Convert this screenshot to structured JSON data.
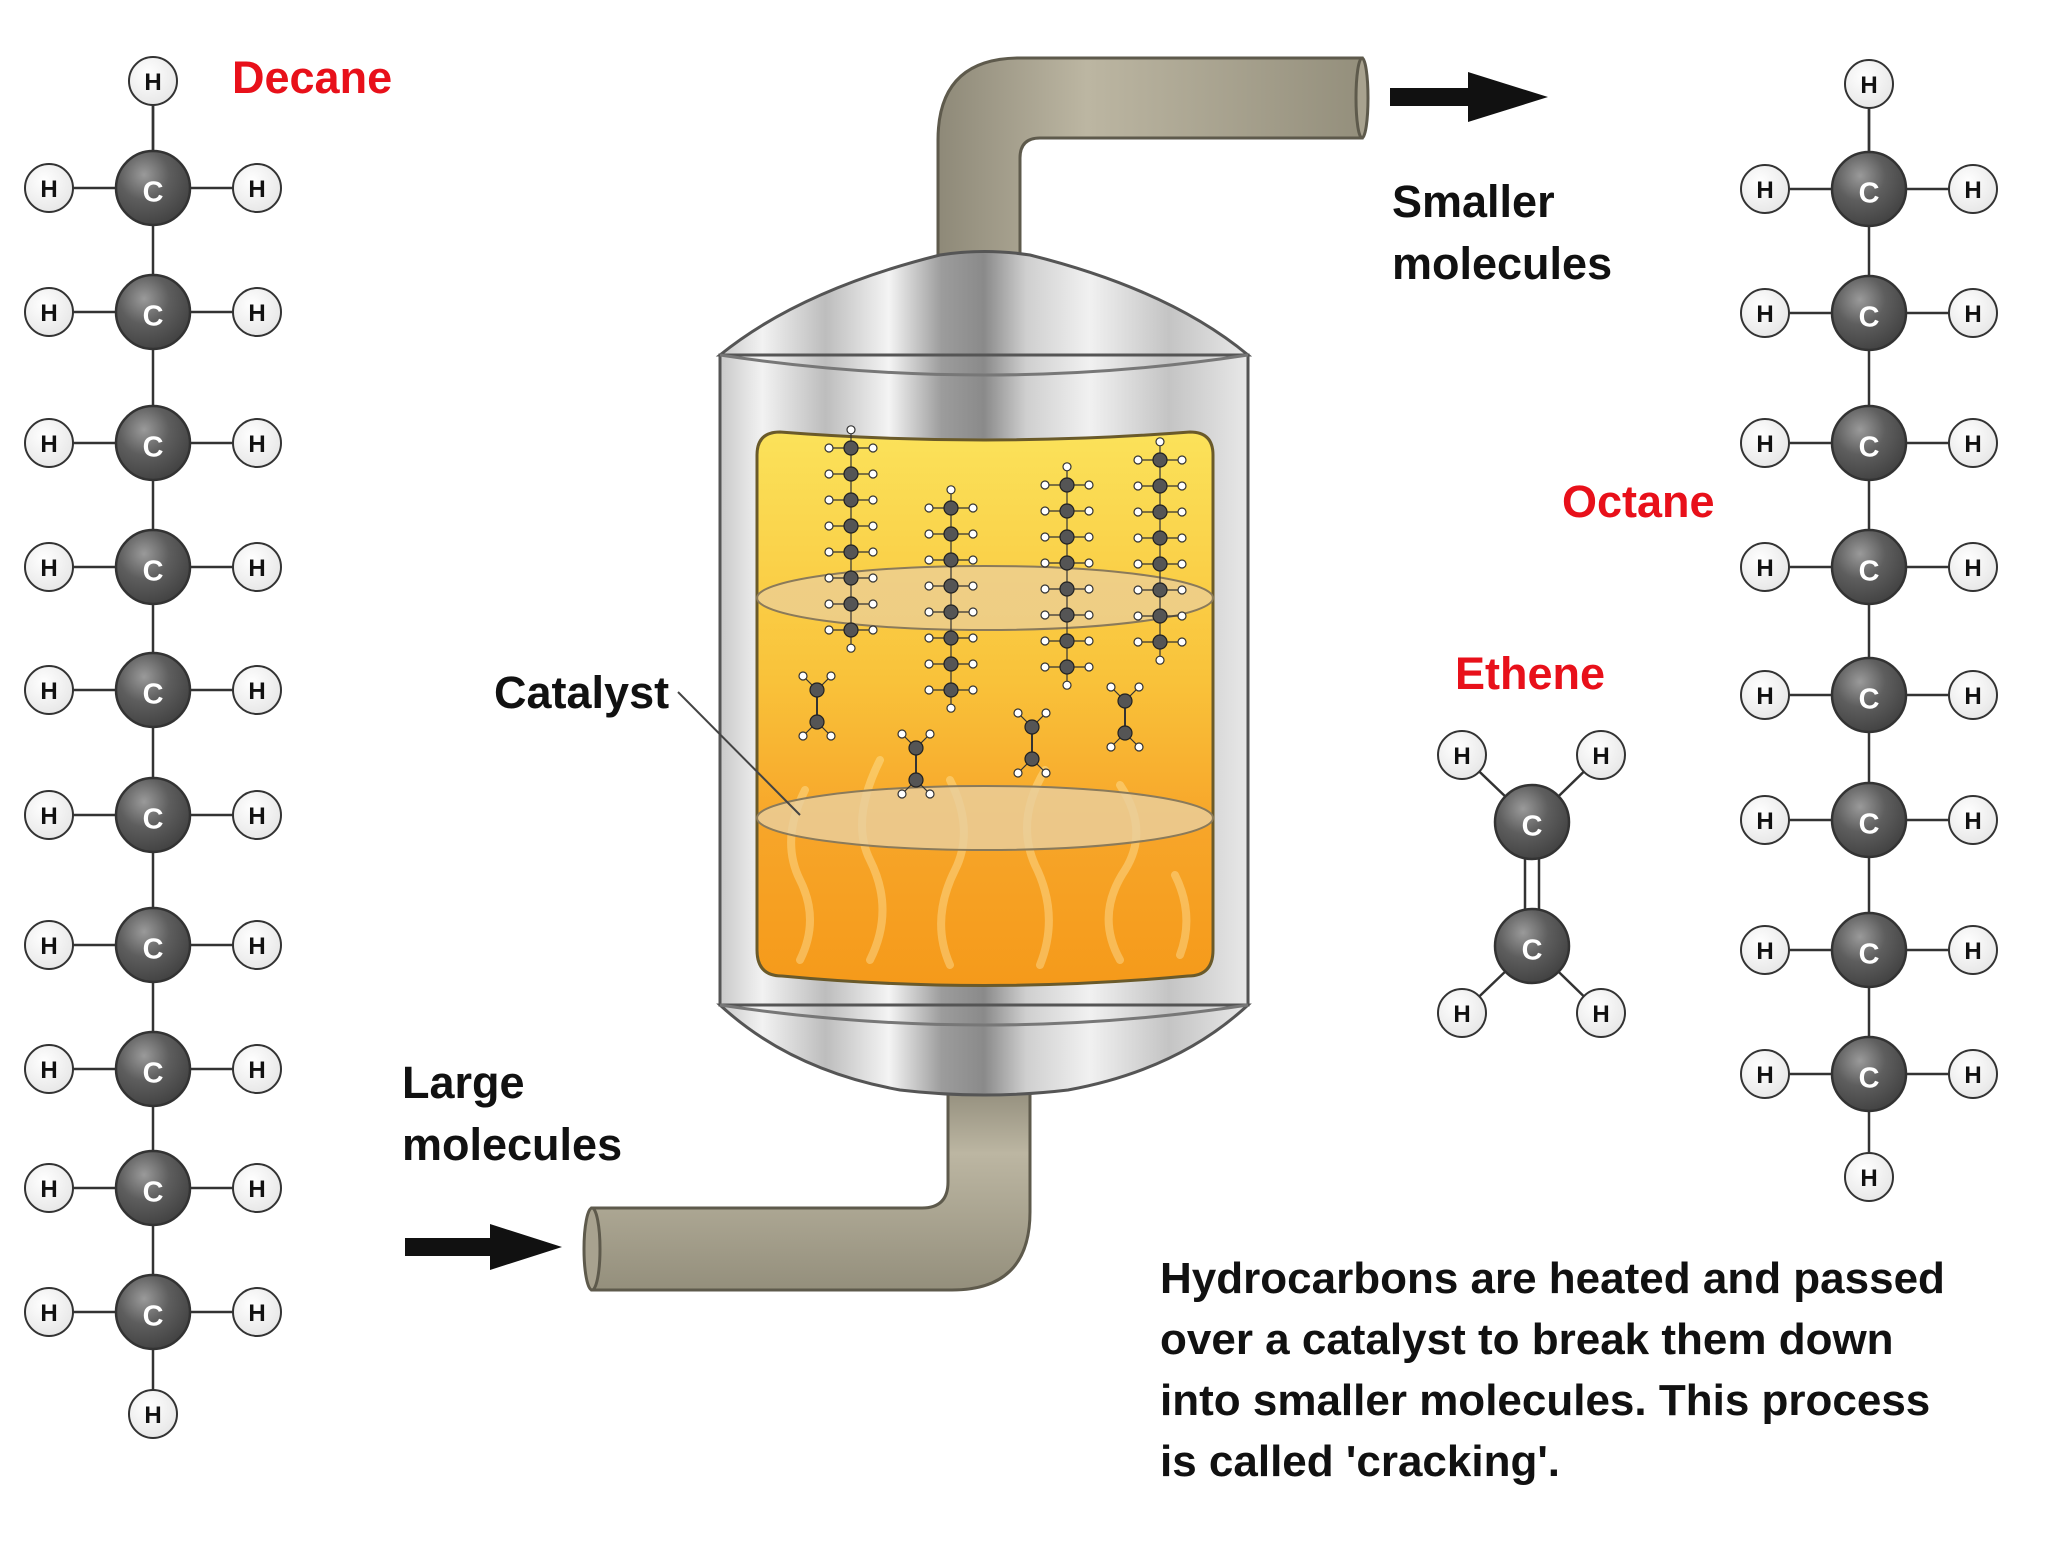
{
  "labels": {
    "decane": "Decane",
    "octane": "Octane",
    "ethene": "Ethene",
    "catalyst": "Catalyst",
    "smaller_1": "Smaller",
    "smaller_2": "molecules",
    "large_1": "Large",
    "large_2": "molecules"
  },
  "atoms": {
    "carbon": "C",
    "hydrogen": "H"
  },
  "molecules": {
    "decane": {
      "formula": "C10H22",
      "carbons": 10
    },
    "octane": {
      "formula": "C8H18",
      "carbons": 8
    },
    "ethene": {
      "formula": "C2H4",
      "carbons": 2,
      "bond": "double"
    }
  },
  "description": [
    "Hydrocarbons are heated and passed",
    "over a catalyst to break them down",
    "into smaller molecules. This process",
    "is called 'cracking'."
  ],
  "colors": {
    "label_red": "#e8101a",
    "carbon": "#555555",
    "pipe": "#aba593",
    "reactor_liquid_top": "#f8d64a",
    "reactor_liquid_bottom": "#f59a1a"
  }
}
